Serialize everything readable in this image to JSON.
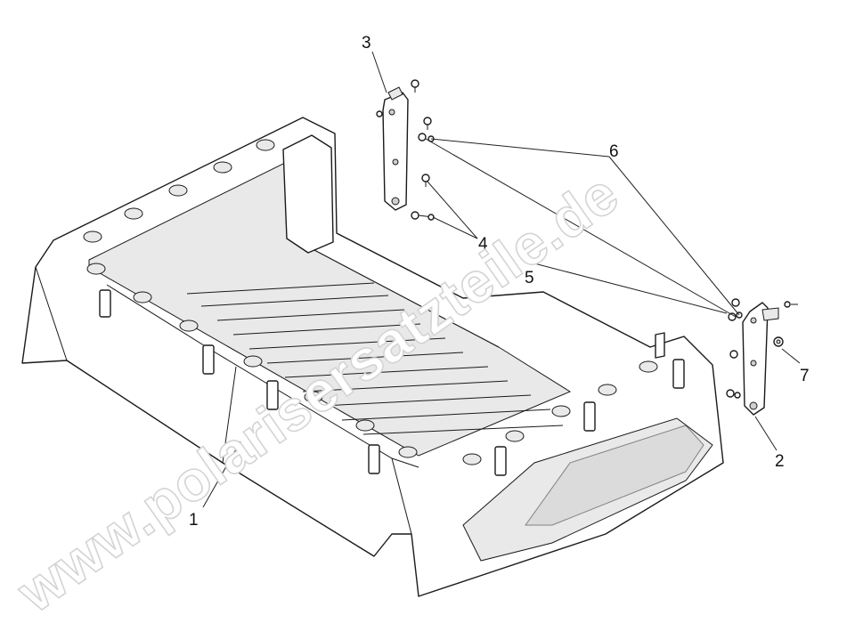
{
  "watermark": "www.polarisersatzteile.de",
  "callouts": [
    {
      "id": "1",
      "label": "1"
    },
    {
      "id": "2",
      "label": "2"
    },
    {
      "id": "3",
      "label": "3"
    },
    {
      "id": "4",
      "label": "4"
    },
    {
      "id": "5",
      "label": "5"
    },
    {
      "id": "6",
      "label": "6"
    },
    {
      "id": "7",
      "label": "7"
    }
  ]
}
